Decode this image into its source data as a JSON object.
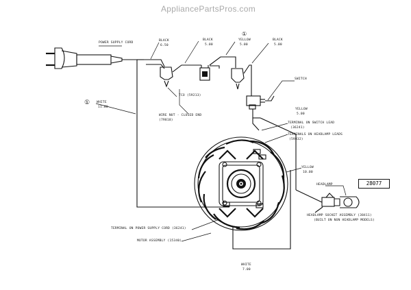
{
  "watermark": "AppliancePartsPros.com",
  "diagram_id": "28077",
  "labels": {
    "power_cord": "POWER SUPPLY CORD",
    "black_1": "BLACK",
    "black_1_len": "6.50",
    "black_2": "BLACK",
    "black_2_len": "5.00",
    "yellow_1_mark": "①",
    "yellow_1": "YELLOW",
    "yellow_1_len": "5.00",
    "black_3": "BLACK",
    "black_3_len": "5.00",
    "tco": "TCO (59213)",
    "white_mark": "①",
    "white_1": "WHITE",
    "white_1_len": "11.00",
    "wirenut": "WIRE NUT - CLOSED END",
    "wirenut_part": "(79818)",
    "switch": "SWITCH",
    "yellow_2": "YELLOW",
    "yellow_2_len": "5.00",
    "term_switch": "TERMINAL ON SWITCH LEAD",
    "term_switch_part": "(36241)",
    "term_headlamp": "TERMINALS ON HEADLAMP LEADS",
    "term_headlamp_part": "(59832)",
    "yellow_3": "YELLOW",
    "yellow_3_len": "10.00",
    "headlamp": "HEADLAMP",
    "socket": "HEADLAMP SOCKET ASSEMBLY (38411)",
    "socket_note": "(BUILT ON NON HEADLAMP MODELS)",
    "term_cord": "TERMINAL ON POWER SUPPLY CORD (36241)",
    "motor": "MOTOR ASSEMBLY (15340)",
    "white_2": "WHITE",
    "white_2_len": "7.00"
  }
}
